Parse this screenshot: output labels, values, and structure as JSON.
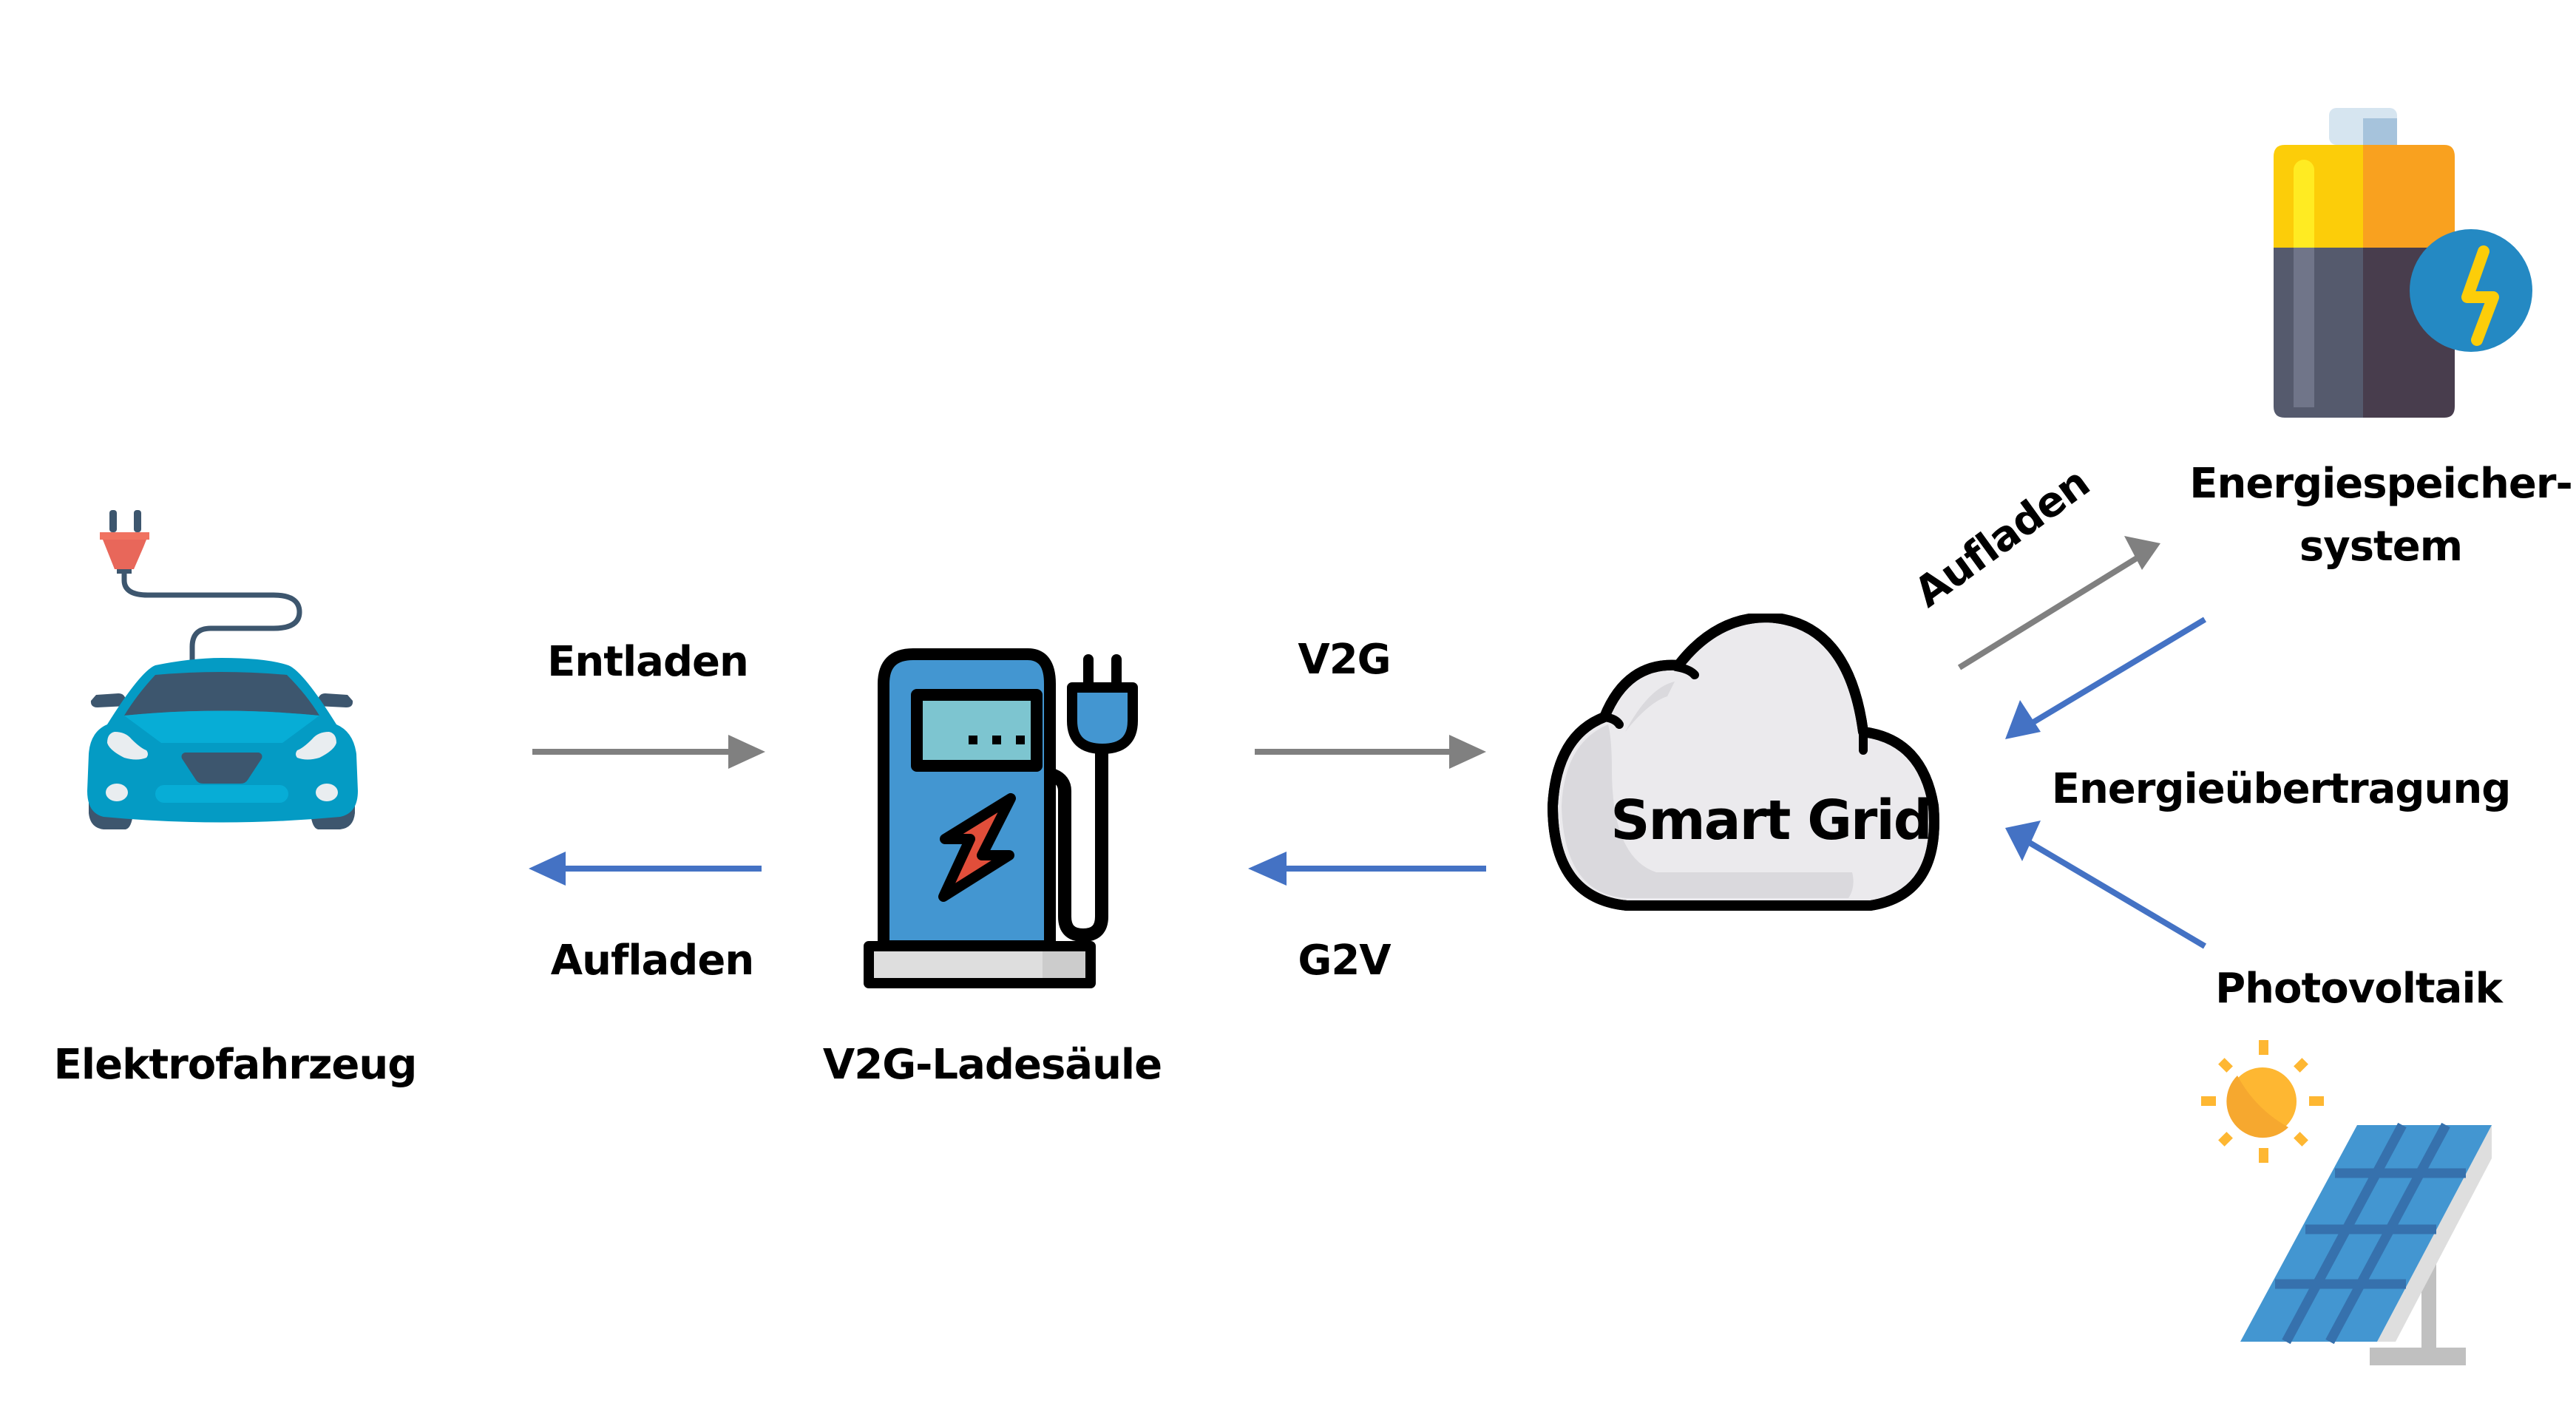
{
  "nodes": {
    "ev": {
      "label": "Elektrofahrzeug",
      "icon": "electric-car-icon"
    },
    "charger": {
      "label": "V2G-Ladesäule",
      "icon": "charging-station-icon"
    },
    "grid": {
      "label": "Smart Grid",
      "icon": "cloud-icon"
    },
    "storage": {
      "label_line1": "Energiespeicher-",
      "label_line2": "system",
      "icon": "battery-icon"
    },
    "pv": {
      "label": "Photovoltaik",
      "icon": "solar-panel-icon"
    }
  },
  "edges": {
    "ev_to_charger": {
      "label": "Entladen",
      "color": "#808080"
    },
    "charger_to_ev": {
      "label": "Aufladen",
      "color": "#4472c4"
    },
    "charger_to_grid": {
      "label": "V2G",
      "color": "#808080"
    },
    "grid_to_charger": {
      "label": "G2V",
      "color": "#4472c4"
    },
    "grid_to_storage": {
      "label": "Aufladen",
      "color": "#808080"
    },
    "storage_to_grid": {
      "label": "Energieübertragung",
      "color": "#4472c4"
    },
    "pv_to_grid": {
      "label": "",
      "color": "#4472c4"
    }
  },
  "colors": {
    "arrow_gray": "#808080",
    "arrow_blue": "#4472c4",
    "car_body": "#049bc4",
    "charger_body": "#4396d1",
    "cloud_fill": "#ebeaed"
  }
}
